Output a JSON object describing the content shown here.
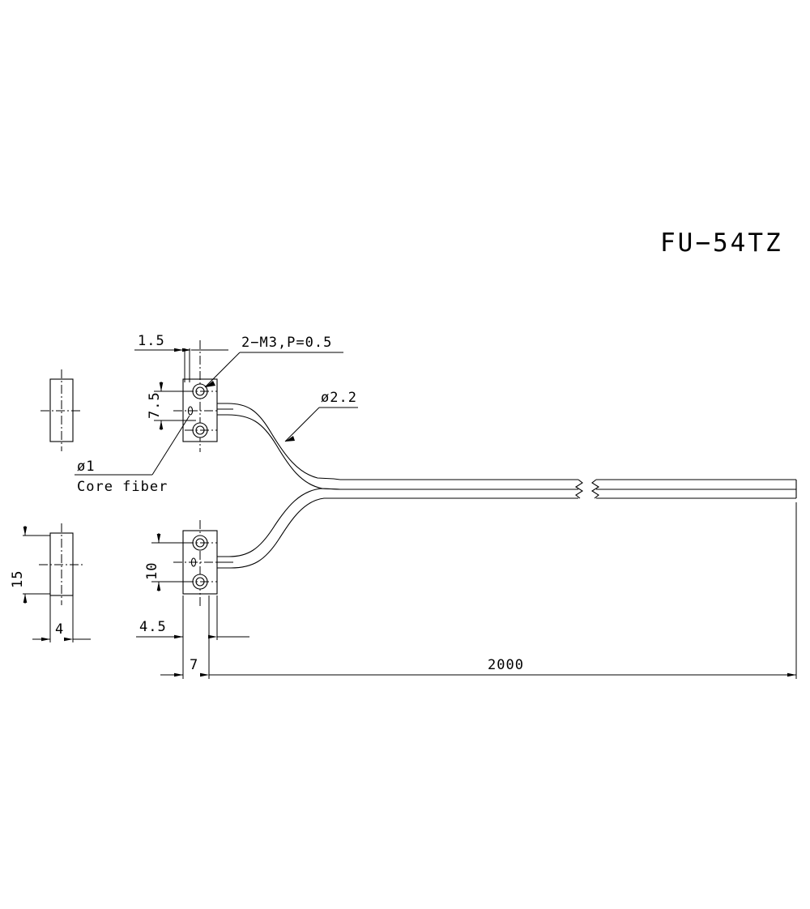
{
  "drawing": {
    "title": "FU−54TZ",
    "part_type": "fiber-optic-cable-assembly-drawing",
    "background_color": "#ffffff",
    "line_color": "#000000"
  },
  "annotations": {
    "thread_spec": "2−M3,P=0.5",
    "cable_diameter": "ø2.2",
    "fiber_diameter": "ø1",
    "fiber_label": "Core fiber"
  },
  "dimensions": {
    "top_block_width": "1.5",
    "top_block_hole_pitch": "7.5",
    "bottom_block_hole_pitch": "10",
    "bottom_block_offset": "4.5",
    "block_depth_7": "7",
    "side_view_height": "15",
    "side_view_width": "4",
    "cable_length": "2000"
  }
}
